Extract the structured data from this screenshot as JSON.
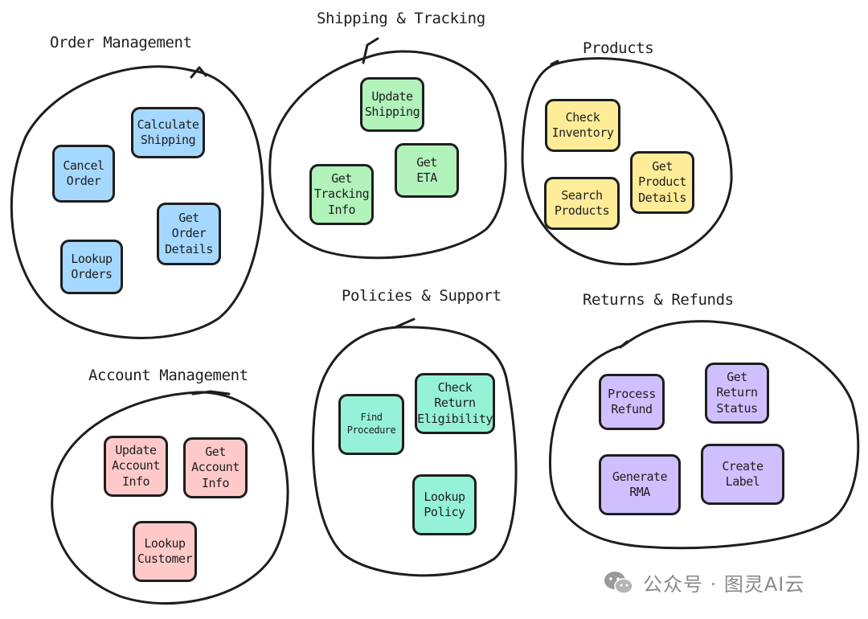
{
  "groups": {
    "order": {
      "title": "Order Management",
      "color": "#a5d8ff",
      "nodes": [
        "Calculate\nShipping",
        "Cancel\nOrder",
        "Get\nOrder\nDetails",
        "Lookup\nOrders"
      ]
    },
    "shipping": {
      "title": "Shipping & Tracking",
      "color": "#b2f2bb",
      "nodes": [
        "Update\nShipping",
        "Get\nETA",
        "Get\nTracking\nInfo"
      ]
    },
    "products": {
      "title": "Products",
      "color": "#ffec99",
      "nodes": [
        "Check\nInventory",
        "Get\nProduct\nDetails",
        "Search\nProducts"
      ]
    },
    "account": {
      "title": "Account Management",
      "color": "#ffc9c9",
      "nodes": [
        "Update\nAccount\nInfo",
        "Get\nAccount\nInfo",
        "Lookup\nCustomer"
      ]
    },
    "policies": {
      "title": "Policies & Support",
      "color": "#96f2d7",
      "nodes": [
        "Find\nProcedure",
        "Check\nReturn\nEligibility",
        "Lookup\nPolicy"
      ]
    },
    "returns": {
      "title": "Returns & Refunds",
      "color": "#d0bfff",
      "nodes": [
        "Process\nRefund",
        "Get\nReturn\nStatus",
        "Generate\nRMA",
        "Create\nLabel"
      ]
    }
  },
  "watermark": {
    "text": "公众号 · 图灵AI云",
    "icon": "wechat-icon"
  }
}
